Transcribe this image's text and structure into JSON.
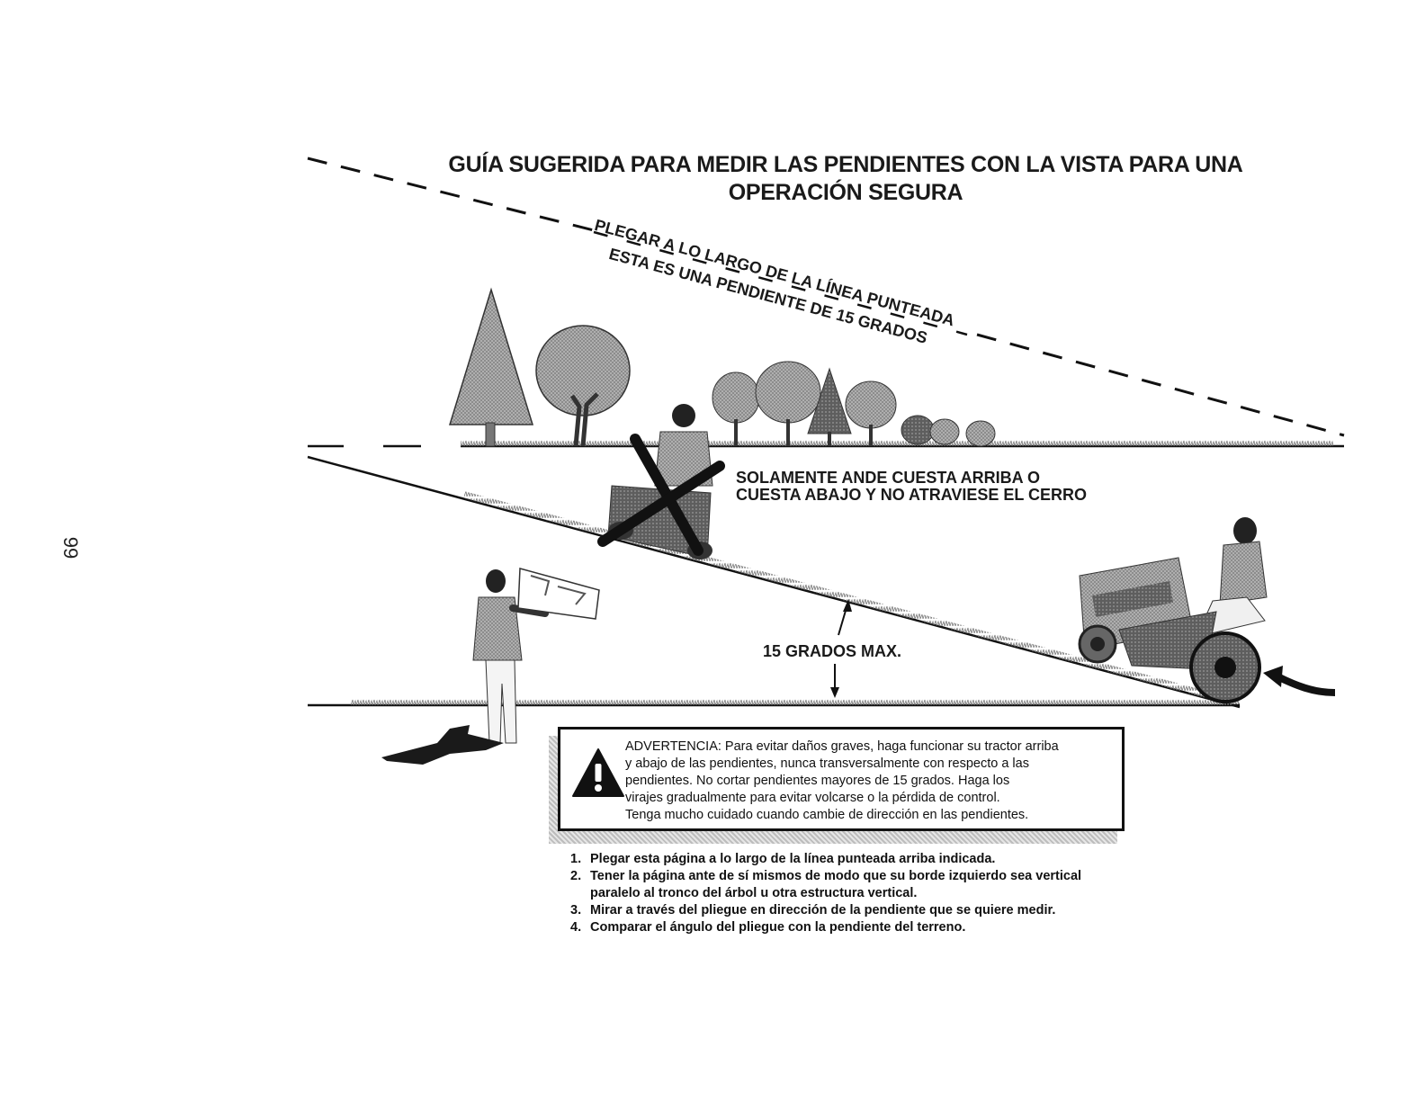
{
  "page_number": "99",
  "title": {
    "line1": "GUÍA SUGERIDA PARA MEDIR LAS PENDIENTES CON LA VISTA PARA UNA",
    "line2": "OPERACIÓN SEGURA"
  },
  "fold_line": {
    "instruction": "PLEGAR A LO LARGO DE LA LÍNEA PUNTEADA",
    "slope_note": "ESTA ES UNA PENDIENTE DE 15 GRADOS"
  },
  "slope_rule": {
    "line1": "SOLAMENTE ANDE CUESTA ARRIBA O",
    "line2": "CUESTA ABAJO Y NO ATRAVIESE EL CERRO"
  },
  "angle_label": "15 GRADOS MAX.",
  "warning": {
    "lines": [
      "ADVERTENCIA: Para evitar daños graves, haga funcionar su tractor arriba",
      "y abajo de las pendientes, nunca transversalmente con respecto a las",
      "pendientes. No cortar pendientes mayores de 15 grados. Haga los",
      "virajes gradualmente para evitar volcarse o la pérdida de control.",
      "Tenga mucho cuidado cuando cambie de dirección en las pendientes."
    ]
  },
  "instructions": [
    {
      "num": "1.",
      "lines": [
        "Plegar esta página a lo largo de la línea punteada arriba indicada."
      ]
    },
    {
      "num": "2.",
      "lines": [
        "Tener la página ante de sí mismos de modo  que su borde izquierdo sea vertical",
        "paralelo al tronco del árbol u otra estructura vertical."
      ]
    },
    {
      "num": "3.",
      "lines": [
        "Mirar a través del pliegue en dirección de la pendiente que se quiere medir."
      ]
    },
    {
      "num": "4.",
      "lines": [
        "Comparar el ángulo del pliegue con la pendiente del terreno."
      ]
    }
  ],
  "icons": {
    "warning": "warning-triangle-icon",
    "arrow": "curved-arrow-icon"
  }
}
